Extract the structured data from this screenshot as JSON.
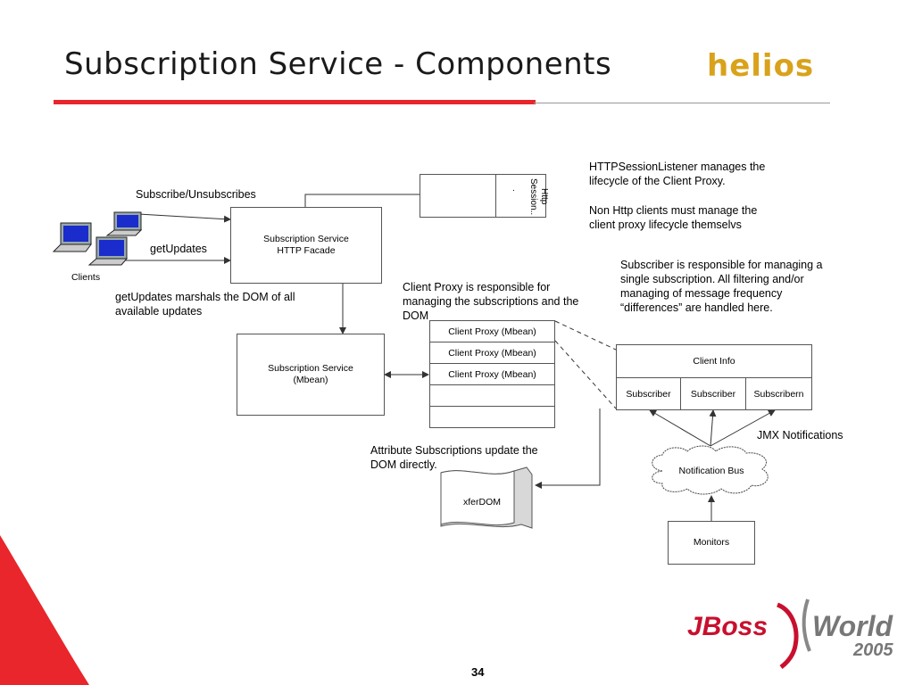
{
  "slide": {
    "title": "Subscription Service - Components",
    "logo_text": "helios",
    "page_number": "34",
    "footer_logo": {
      "jboss": "JBoss",
      "world": "World",
      "year": "2005"
    }
  },
  "diagram": {
    "clients_label": "Clients",
    "subscribe_label": "Subscribe/Unsubscribes",
    "getupdates_label": "getUpdates",
    "facade_box": "Subscription Service HTTP Facade",
    "http_session_box": "Http Session..",
    "http_session_dot": ".",
    "mbean_box": "Subscription Service (Mbean)",
    "getupdates_note": "getUpdates marshals the DOM of all available updates",
    "session_note_1": "HTTPSessionListener manages the lifecycle of the Client Proxy.",
    "session_note_2": "Non Http clients must manage the client proxy lifecycle themselvs",
    "client_proxy_note": "Client Proxy is responsible for managing the subscriptions and the DOM",
    "client_proxies": [
      "Client Proxy (Mbean)",
      "Client Proxy (Mbean)",
      "Client Proxy (Mbean)"
    ],
    "subscriber_note": "Subscriber is responsible for managing a single subscription.  All filtering and/or managing of message frequency “differences” are handled here.",
    "client_info": "Client Info",
    "subscribers": [
      "Subscriber",
      "Subscriber",
      "Subscribern"
    ],
    "jmx_label": "JMX Notifications",
    "notification_bus": "Notification Bus",
    "attribute_note": "Attribute Subscriptions update the DOM directly.",
    "xferdom": "xferDOM",
    "monitors": "Monitors"
  },
  "colors": {
    "accent_red": "#e8262b",
    "helios_gold": "#d9a21b",
    "jboss_red": "#c8102e"
  }
}
